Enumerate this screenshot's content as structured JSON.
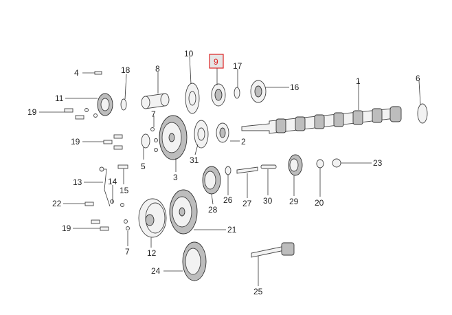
{
  "diagram": {
    "highlighted": "9",
    "highlight_color": "#dd2222",
    "callouts": [
      "1",
      "2",
      "3",
      "4",
      "5",
      "6",
      "7",
      "8",
      "9",
      "10",
      "11",
      "12",
      "13",
      "14",
      "15",
      "16",
      "17",
      "18",
      "19",
      "20",
      "21",
      "22",
      "23",
      "24",
      "25",
      "26",
      "27",
      "28",
      "29",
      "30",
      "31",
      "7",
      "19",
      "19"
    ]
  }
}
